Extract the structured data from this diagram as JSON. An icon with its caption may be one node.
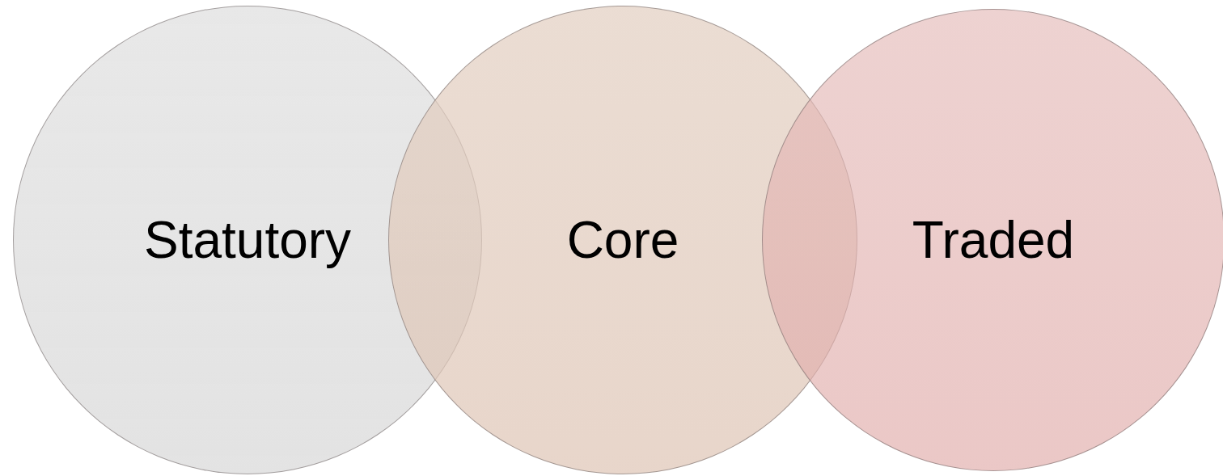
{
  "diagram": {
    "nodes": [
      {
        "text": [
          "Statutory"
        ]
      },
      {
        "text": [
          "Core"
        ]
      },
      {
        "text": [
          "Traded"
        ]
      }
    ]
  }
}
